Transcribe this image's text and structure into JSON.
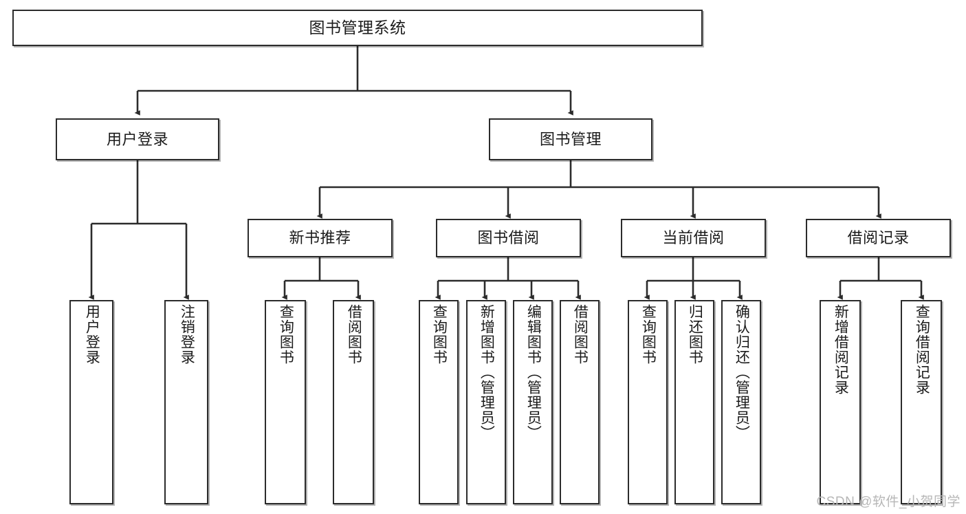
{
  "diagram": {
    "title": "图书管理系统",
    "type": "tree-hierarchy-diagram",
    "watermark": "CSDN @软件_小贺同学",
    "colors": {
      "box_stroke": "#2b2b2b",
      "box_fill": "#ffffff",
      "connector": "#2b2b2b",
      "text": "#1b1b1b",
      "watermark": "#b7b7b7"
    },
    "levels": {
      "root": {
        "label": "图书管理系统"
      },
      "level2": [
        {
          "id": "user-login",
          "label": "用户登录"
        },
        {
          "id": "book-management",
          "label": "图书管理"
        }
      ],
      "level3": [
        {
          "id": "new-book-recommend",
          "label": "新书推荐",
          "parent": "book-management"
        },
        {
          "id": "book-borrow",
          "label": "图书借阅",
          "parent": "book-management"
        },
        {
          "id": "current-borrow",
          "label": "当前借阅",
          "parent": "book-management"
        },
        {
          "id": "borrow-record",
          "label": "借阅记录",
          "parent": "book-management"
        }
      ],
      "leaves": [
        {
          "id": "leaf-user-login",
          "label": "用户登录",
          "parent": "user-login"
        },
        {
          "id": "leaf-logout-login",
          "label": "注销登录",
          "parent": "user-login"
        },
        {
          "id": "leaf-query-book-1",
          "label": "查询图书",
          "parent": "new-book-recommend"
        },
        {
          "id": "leaf-borrow-book-1",
          "label": "借阅图书",
          "parent": "new-book-recommend"
        },
        {
          "id": "leaf-query-book-2",
          "label": "查询图书",
          "parent": "book-borrow"
        },
        {
          "id": "leaf-add-book",
          "label": "新增图书（管理员）",
          "parent": "book-borrow"
        },
        {
          "id": "leaf-edit-book",
          "label": "编辑图书（管理员）",
          "parent": "book-borrow"
        },
        {
          "id": "leaf-borrow-book-2",
          "label": "借阅图书",
          "parent": "book-borrow"
        },
        {
          "id": "leaf-query-book-3",
          "label": "查询图书",
          "parent": "current-borrow"
        },
        {
          "id": "leaf-return-book",
          "label": "归还图书",
          "parent": "current-borrow"
        },
        {
          "id": "leaf-confirm-return",
          "label": "确认归还（管理员）",
          "parent": "current-borrow"
        },
        {
          "id": "leaf-add-record",
          "label": "新增借阅记录",
          "parent": "borrow-record"
        },
        {
          "id": "leaf-query-record",
          "label": "查询借阅记录",
          "parent": "borrow-record"
        }
      ]
    }
  }
}
